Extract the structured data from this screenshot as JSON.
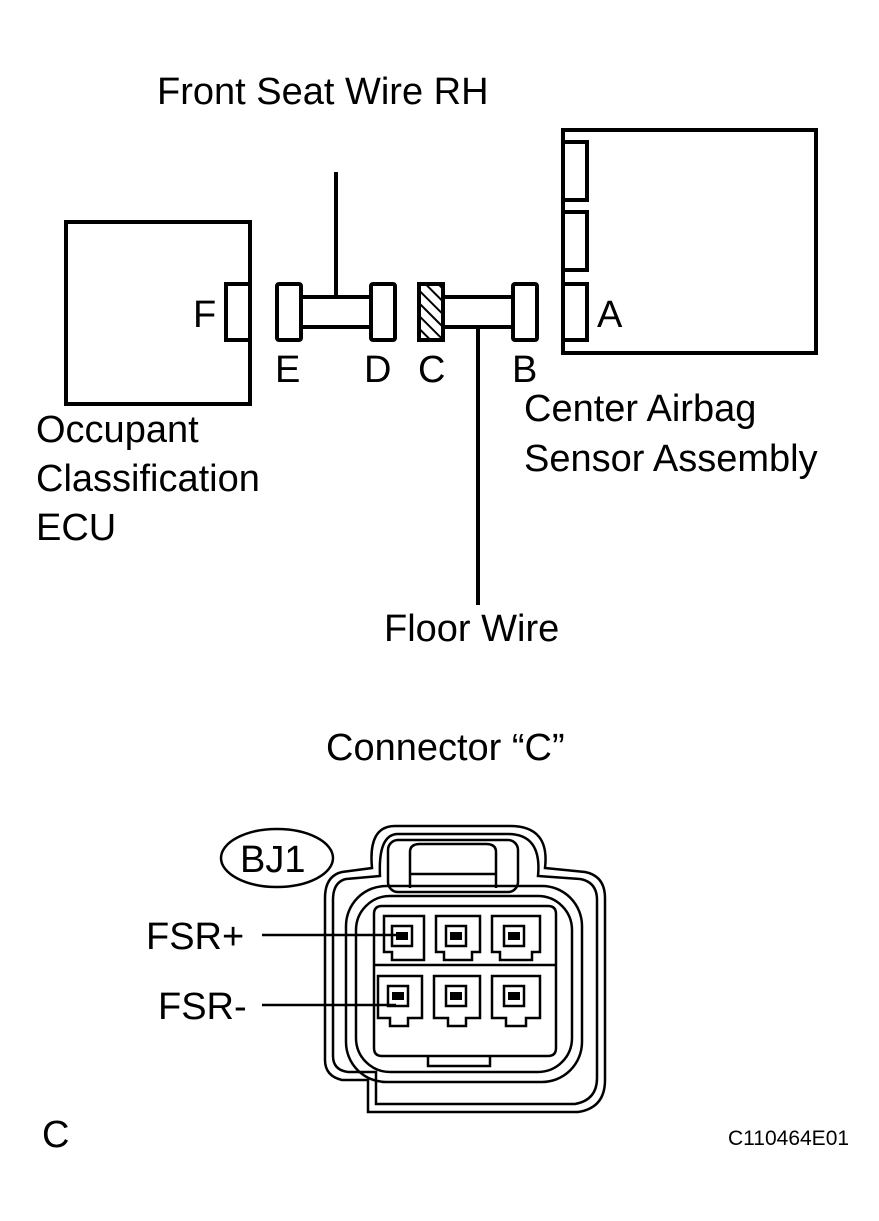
{
  "wiring": {
    "front_seat_wire_label": "Front Seat Wire RH",
    "floor_wire_label": "Floor Wire",
    "occupant_ecu_lines": [
      "Occupant",
      "Classification",
      "ECU"
    ],
    "center_airbag_lines": [
      "Center Airbag",
      "Sensor Assembly"
    ],
    "connectors": {
      "a": "A",
      "b": "B",
      "c": "C",
      "d": "D",
      "e": "E",
      "f": "F"
    }
  },
  "connector_view": {
    "title": "Connector “C”",
    "code_badge": "BJ1",
    "pins": {
      "fsr_plus": "FSR+",
      "fsr_minus": "FSR-"
    }
  },
  "footer": {
    "section_letter": "C",
    "figure_code": "C110464E01"
  }
}
